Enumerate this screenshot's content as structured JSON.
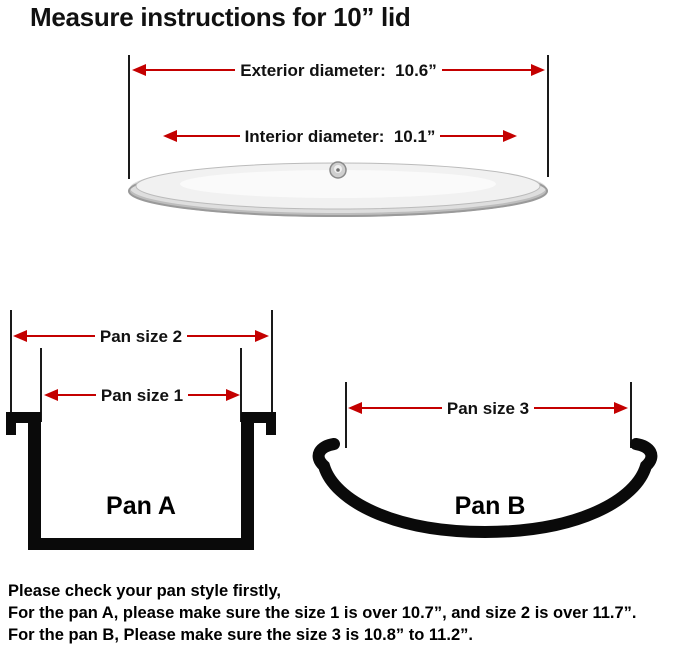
{
  "title": "Measure instructions for 10” lid",
  "colors": {
    "arrow": "#c40000",
    "ink": "#111111",
    "pan": "#0a0a0a"
  },
  "lid": {
    "exterior": "Exterior diameter:  10.6”",
    "interior": "Interior diameter:  10.1”"
  },
  "pan_a": {
    "label": "Pan A",
    "size2": "Pan size 2",
    "size1": "Pan size 1"
  },
  "pan_b": {
    "label": "Pan B",
    "size3": "Pan size 3"
  },
  "footer": {
    "line1": "Please check your pan style firstly,",
    "line2": "For the pan A, please make sure the size 1 is over 10.7”, and size 2 is over 11.7”.",
    "line3": "For the pan B, Please make sure the size 3 is 10.8” to 11.2”."
  }
}
